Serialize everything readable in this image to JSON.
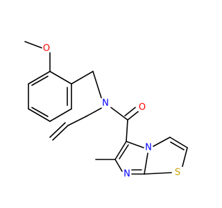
{
  "molecule": {
    "atoms": {
      "o_methoxy": {
        "symbol": "O",
        "color": "#ff0000"
      },
      "n_amide": {
        "symbol": "N",
        "color": "#0000ff"
      },
      "o_carbonyl": {
        "symbol": "O",
        "color": "#ff0000"
      },
      "n_bridgehead": {
        "symbol": "N",
        "color": "#0000ff"
      },
      "n_imidazole": {
        "symbol": "N",
        "color": "#0000ff"
      },
      "s_thiazole": {
        "symbol": "S",
        "color": "#c8a000"
      }
    },
    "bond_color": "#000000"
  }
}
